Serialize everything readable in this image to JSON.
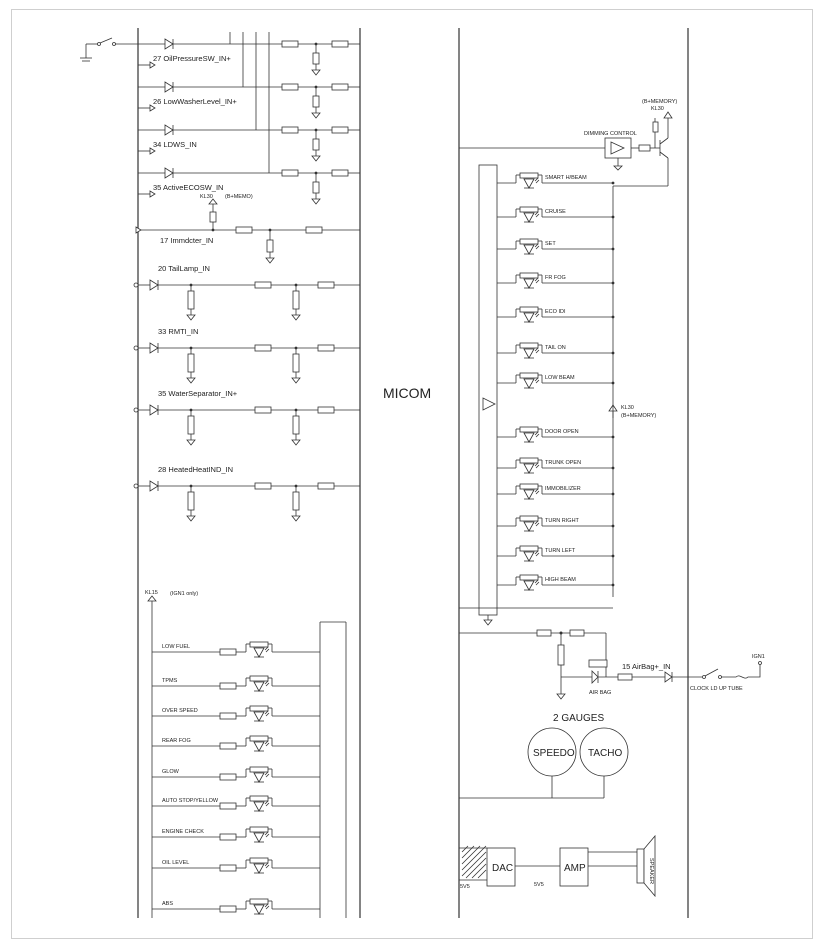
{
  "micom_label": "MICOM",
  "inputs": [
    {
      "label": "27 OilPressureSW_IN+"
    },
    {
      "label": "26 LowWasherLevel_IN+"
    },
    {
      "label": "34 LDWS_IN"
    },
    {
      "label": "35 ActiveECOSW_IN"
    },
    {
      "label": "17 Immdcter_IN"
    },
    {
      "label": "20 TailLamp_IN"
    },
    {
      "label": "33 RMTI_IN"
    },
    {
      "label": "35 WaterSeparator_IN+"
    },
    {
      "label": "28 HeatedHeatIND_IN"
    }
  ],
  "kl30_top": {
    "label": "KL30",
    "note": "(B+MEMO)"
  },
  "kl30_mid": {
    "label": "KL30",
    "note": "(B+MEMORY)"
  },
  "kl30_dim": {
    "label": "KL30",
    "note": "(B+MEMORY)"
  },
  "kl15": {
    "label": "KL15",
    "note": "(IGN1 only)"
  },
  "dimming_label": "DIMMING CONTROL",
  "right_leds_group1": [
    {
      "label": "SMART H/BEAM"
    },
    {
      "label": "CRUISE"
    },
    {
      "label": "SET"
    },
    {
      "label": "FR FOG"
    },
    {
      "label": "ECO IDI"
    },
    {
      "label": "TAIL ON"
    },
    {
      "label": "LOW BEAM"
    }
  ],
  "right_leds_group2": [
    {
      "label": "DOOR OPEN"
    },
    {
      "label": "TRUNK OPEN"
    },
    {
      "label": "IMMOBILIZER"
    },
    {
      "label": "TURN RIGHT"
    },
    {
      "label": "TURN LEFT"
    },
    {
      "label": "HIGH BEAM"
    }
  ],
  "left_leds": [
    {
      "label": "LOW FUEL"
    },
    {
      "label": "TPMS"
    },
    {
      "label": "OVER SPEED"
    },
    {
      "label": "REAR FOG"
    },
    {
      "label": "GLOW"
    },
    {
      "label": "AUTO STOP/YELLOW"
    },
    {
      "label": "ENGINE CHECK"
    },
    {
      "label": "OIL LEVEL"
    },
    {
      "label": "ABS"
    }
  ],
  "airbag": {
    "input": "15 AirBag+_IN",
    "led": "AIR BAG",
    "clock": "CLOCK LD UP TUBE",
    "ign": "IGN1"
  },
  "gauges": {
    "title": "2 GAUGES",
    "left": "SPEEDO",
    "right": "TACHO"
  },
  "audio": {
    "dac": "DAC",
    "amp": "AMP",
    "speaker": "SPEAKER",
    "v5a": "5V5",
    "v5b": "5V5"
  }
}
